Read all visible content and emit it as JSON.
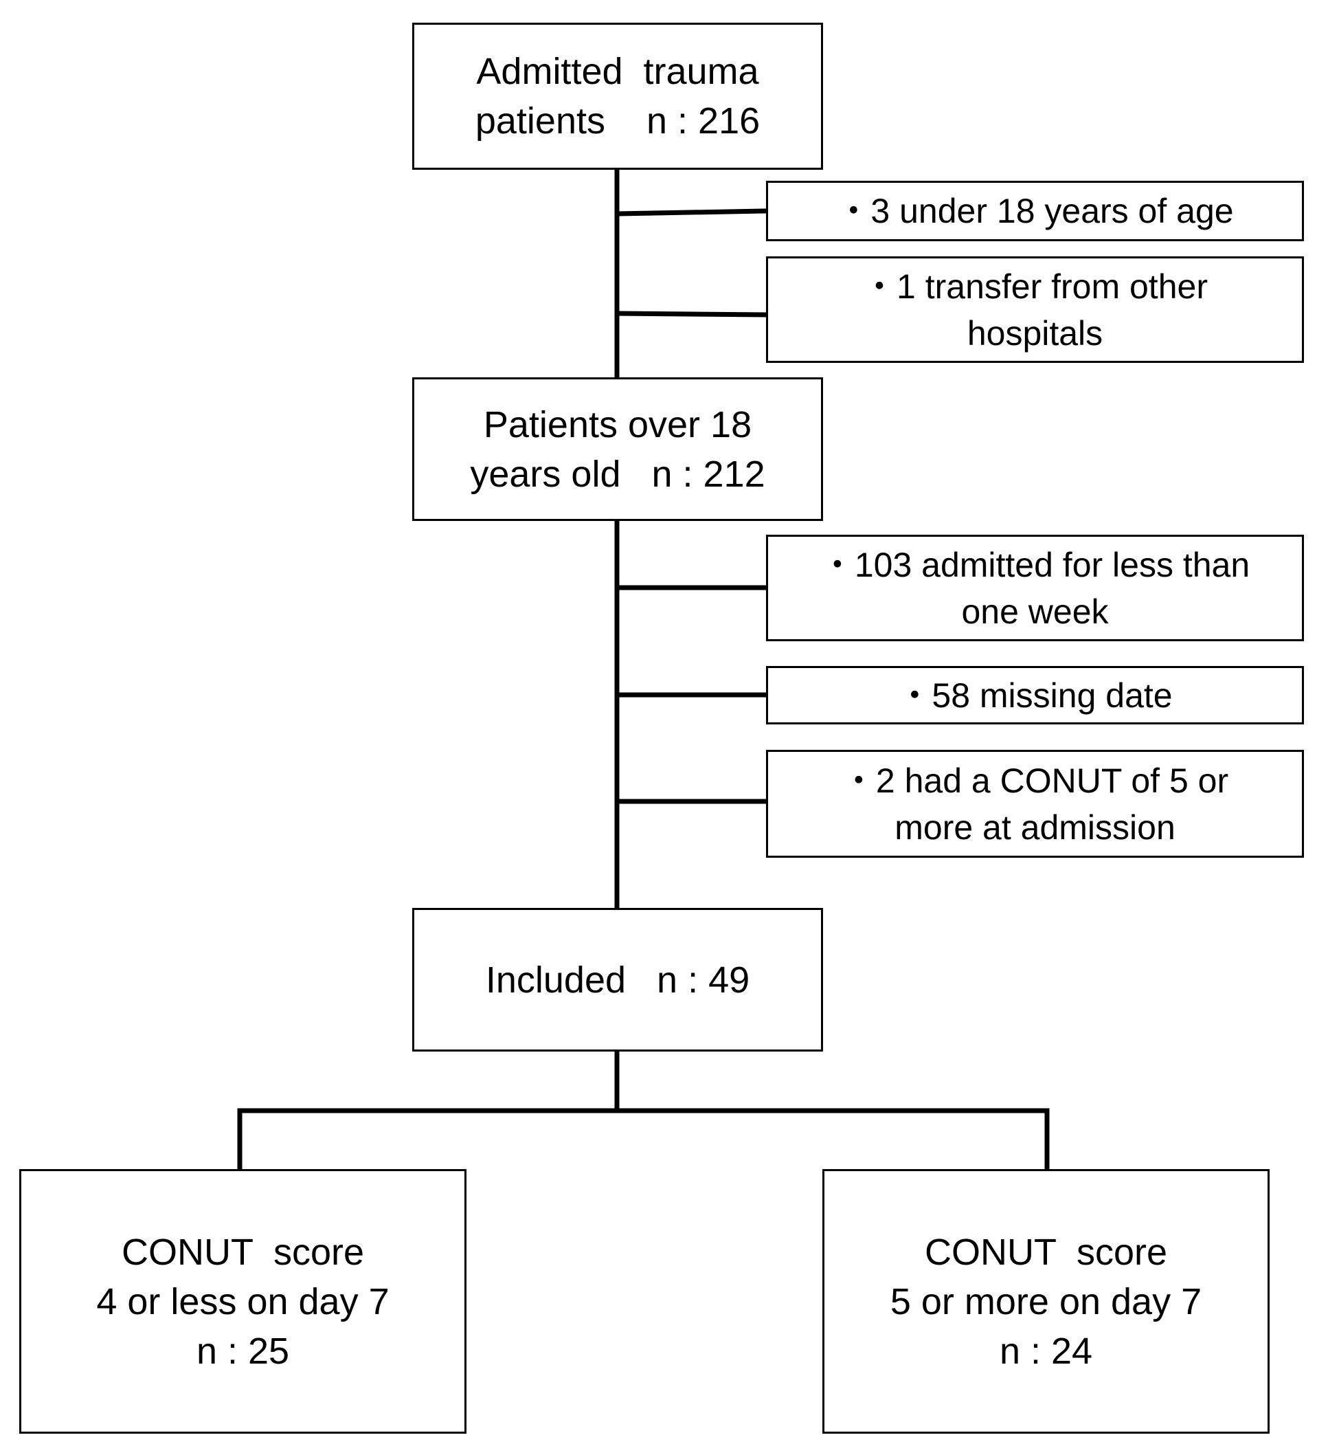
{
  "colors": {
    "stroke": "#000000",
    "box_fill": "#ffffff",
    "text": "#000000"
  },
  "boxes": {
    "admitted": {
      "lines": [
        "Admitted  trauma",
        "patients    n : 216"
      ]
    },
    "over18": {
      "lines": [
        "Patients over 18",
        "years old   n : 212"
      ]
    },
    "included": {
      "lines": [
        "Included   n : 49"
      ]
    },
    "low": {
      "lines": [
        "CONUT  score",
        "4 or less on day 7",
        "n : 25"
      ]
    },
    "high": {
      "lines": [
        "CONUT  score",
        "5 or more on day 7",
        "n : 24"
      ]
    }
  },
  "exclusions": {
    "under18": {
      "lines": [
        "・3 under 18 years of age"
      ]
    },
    "transfer": {
      "lines": [
        "・1 transfer from other",
        "hospitals"
      ]
    },
    "lessweek": {
      "lines": [
        "・103 admitted for less than",
        "one week"
      ]
    },
    "missing": {
      "lines": [
        "・58 missing date"
      ]
    },
    "conut5": {
      "lines": [
        "・2 had a CONUT of 5 or",
        "more at admission"
      ]
    }
  }
}
